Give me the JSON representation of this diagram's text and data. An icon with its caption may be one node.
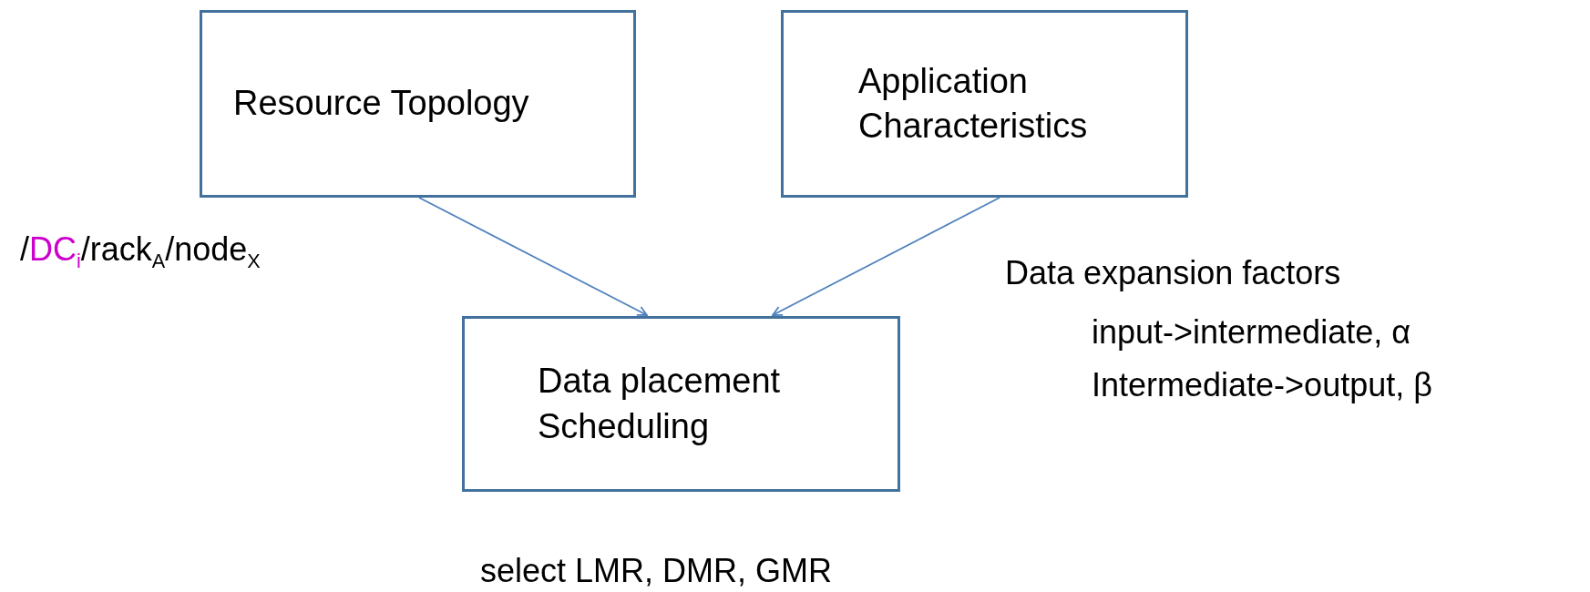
{
  "diagram": {
    "nodes": [
      {
        "text": [
          "Resource Topology"
        ]
      },
      {
        "text": [
          "Application Characteristics"
        ]
      },
      {
        "text": [
          "Data placement Scheduling"
        ]
      }
    ],
    "edges": [
      {
        "from": 0,
        "to": 2,
        "arrow": "to"
      },
      {
        "from": 1,
        "to": 2,
        "arrow": "to"
      }
    ],
    "labels": [
      "/DC$_{i}$/rack$_{A}$/node$_{X}$",
      "Data expansion factors",
      "input->intermediate, α",
      "Intermediate->output, β",
      "select LMR, DMR, GMR"
    ]
  }
}
